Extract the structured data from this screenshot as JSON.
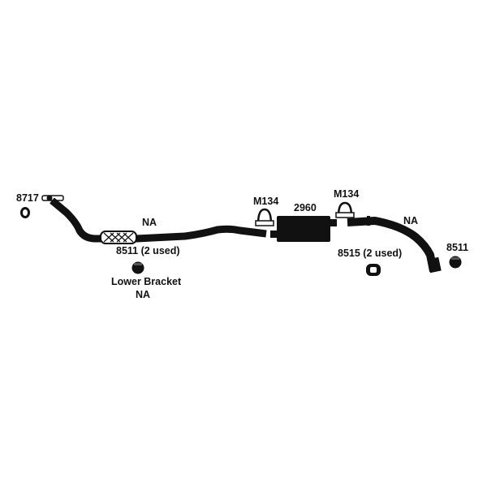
{
  "diagram": {
    "labels": {
      "part_8717": "8717",
      "na_front_pipe": "NA",
      "part_8511_2used": "8511 (2 used)",
      "lower_bracket": "Lower Bracket",
      "lower_bracket_na": "NA",
      "clamp_m134_front": "M134",
      "muffler_2960": "2960",
      "clamp_m134_rear": "M134",
      "na_tail_pipe": "NA",
      "part_8515_2used": "8515 (2 used)",
      "part_8511_rear": "8511"
    },
    "colors": {
      "line": "#111111",
      "background": "#ffffff"
    }
  }
}
